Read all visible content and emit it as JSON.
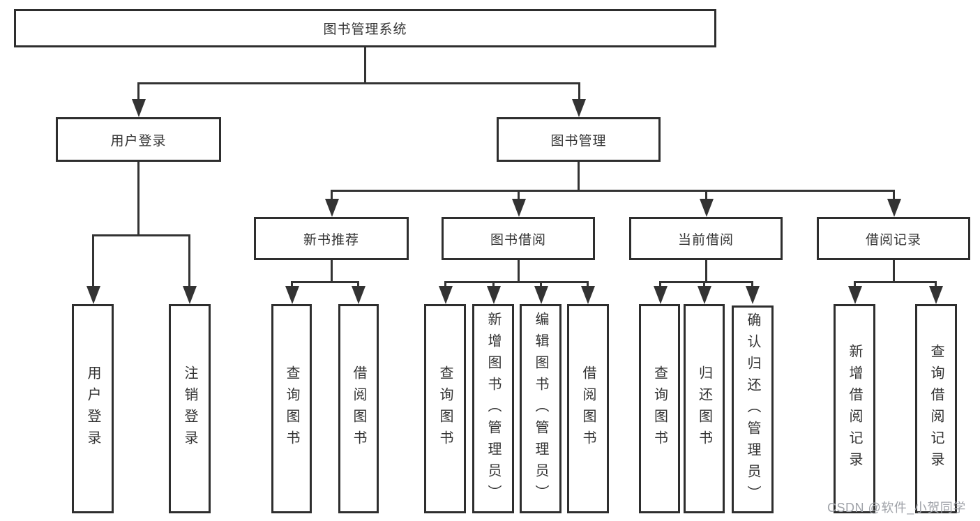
{
  "diagram": {
    "type": "hierarchy-tree",
    "title": "图书管理系统"
  },
  "tree": {
    "root": {
      "label": "图书管理系统"
    },
    "branches": [
      {
        "label": "用户登录",
        "children": [
          {
            "label": "用户登录"
          },
          {
            "label": "注销登录"
          }
        ]
      },
      {
        "label": "图书管理",
        "children": [
          {
            "label": "新书推荐",
            "children": [
              {
                "label": "查询图书"
              },
              {
                "label": "借阅图书"
              }
            ]
          },
          {
            "label": "图书借阅",
            "children": [
              {
                "label": "查询图书"
              },
              {
                "label": "新增图书（管理员）"
              },
              {
                "label": "编辑图书（管理员）"
              },
              {
                "label": "借阅图书"
              }
            ]
          },
          {
            "label": "当前借阅",
            "children": [
              {
                "label": "查询图书"
              },
              {
                "label": "归还图书"
              },
              {
                "label": "确认归还（管理员）"
              }
            ]
          },
          {
            "label": "借阅记录",
            "children": [
              {
                "label": "新增借阅记录"
              },
              {
                "label": "查询借阅记录"
              }
            ]
          }
        ]
      }
    ]
  },
  "watermark": "CSDN @软件_小贺同学",
  "colors": {
    "line": "#333333",
    "box_border": "#2e2e2e",
    "text": "#333333",
    "watermark": "#a0a3a9",
    "background": "#ffffff"
  }
}
